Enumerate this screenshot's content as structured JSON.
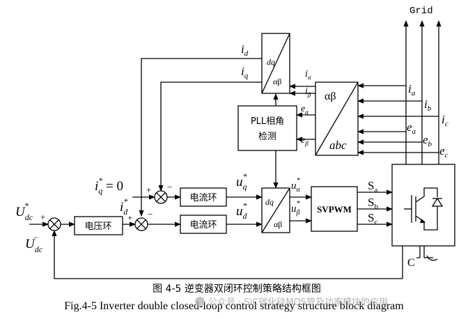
{
  "grid_label": "Grid",
  "blocks": {
    "dq_top": {
      "line1": "dq",
      "line2": "αβ"
    },
    "clarke": {
      "line1": "αβ",
      "line2": "abc"
    },
    "pll": {
      "line1": "PLL相角",
      "line2": "检测"
    },
    "current_loop_q": "电流环",
    "current_loop_d": "电流环",
    "voltage_loop": "电压环",
    "dq_bottom": {
      "line1": "dq",
      "line2": "αβ"
    },
    "svpwm": "SVPWM"
  },
  "signals": {
    "id_label": "i",
    "id_sub": "d",
    "iq_label": "i",
    "iq_sub": "q",
    "ialpha": "i",
    "ialpha_sub": "α",
    "ibeta": "i",
    "ibeta_sub": "β",
    "ealpha": "e",
    "ealpha_sub": "α",
    "ebeta": "e",
    "ebeta_sub": "β",
    "ia": "i",
    "ia_sub": "a",
    "ib": "i",
    "ib_sub": "b",
    "ic": "i",
    "ic_sub": "c",
    "ea": "e",
    "ea_sub": "a",
    "eb": "e",
    "eb_sub": "b",
    "ec": "e",
    "ec_sub": "c",
    "iq_ref": "i",
    "iq_ref_sub": "q",
    "iq_ref_sup": "*",
    "iq_ref_value": " = 0",
    "id_ref": "i",
    "id_ref_sub": "d",
    "id_ref_sup": "*",
    "uq_ref": "u",
    "uq_ref_sub": "q",
    "uq_ref_sup": "*",
    "ud_ref": "u",
    "ud_ref_sub": "d",
    "ud_ref_sup": "*",
    "ualpha_ref": "u",
    "ualpha_ref_sub": "α",
    "ualpha_ref_sup": "*",
    "ubeta_ref": "u",
    "ubeta_ref_sub": "β",
    "ubeta_ref_sup": "*",
    "udc_ref": "U",
    "udc_ref_sub": "dc",
    "udc_ref_sup": "*",
    "udc_meas": "U",
    "udc_meas_sub": "dc",
    "udc_meas_sup": "−",
    "sa": "S",
    "sa_sub": "a",
    "sb": "S",
    "sb_sub": "b",
    "sc": "S",
    "sc_sub": "c",
    "cap": "C"
  },
  "signs": {
    "plus": "+",
    "minus": "−"
  },
  "caption": {
    "cn": "图 4-5 逆变器双闭环控制策略结构框图",
    "en": "Fig.4-5 Inverter double closed-loop control strategy structure block diagram"
  },
  "watermark": "公众号 · SiC碳化硅MOS管及功率模块的应用"
}
